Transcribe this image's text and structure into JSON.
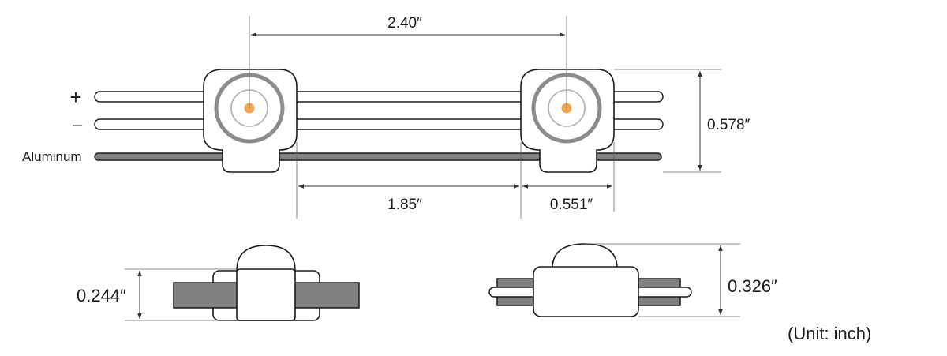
{
  "dimensions": {
    "pitch": "2.40″",
    "gap": "1.85″",
    "module_width": "0.551″",
    "module_height": "0.578″",
    "side_height": "0.244″",
    "end_height": "0.326″"
  },
  "labels": {
    "plus": "+",
    "minus": "–",
    "aluminum": "Aluminum",
    "unit": "(Unit: inch)"
  },
  "colors": {
    "led_core": "#f0a850",
    "lens_ring": "#8c8c8c",
    "bar_fill": "#808080"
  }
}
